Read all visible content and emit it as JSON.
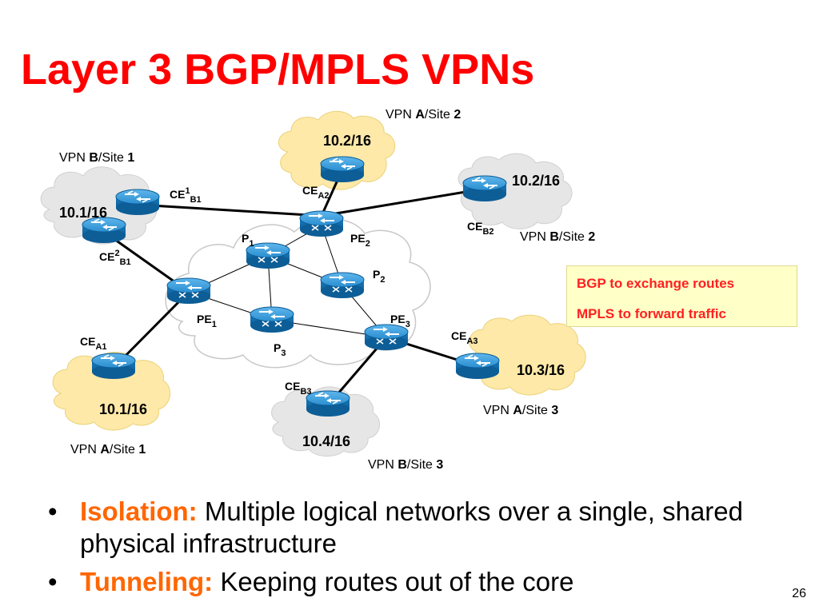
{
  "title": "Layer 3 BGP/MPLS VPNs",
  "sites": {
    "a2": {
      "vpn": "A",
      "site": "2",
      "prefix": "10.2/16"
    },
    "b2": {
      "vpn": "B",
      "site": "2",
      "prefix": "10.2/16"
    },
    "b1": {
      "vpn": "B",
      "site": "1",
      "prefix": "10.1/16"
    },
    "a1": {
      "vpn": "A",
      "site": "1",
      "prefix": "10.1/16"
    },
    "a3": {
      "vpn": "A",
      "site": "3",
      "prefix": "10.3/16"
    },
    "b3": {
      "vpn": "B",
      "site": "3",
      "prefix": "10.4/16"
    }
  },
  "vpn_prefix": "VPN ",
  "site_prefix": "/Site ",
  "routers": {
    "ce_a2": {
      "base": "CE",
      "sub": "A2"
    },
    "ce_b2": {
      "base": "CE",
      "sub": "B2"
    },
    "ce1_b1": {
      "base": "CE",
      "sup": "1",
      "sub": "B1"
    },
    "ce2_b1": {
      "base": "CE",
      "sup": "2",
      "sub": "B1"
    },
    "ce_a1": {
      "base": "CE",
      "sub": "A1"
    },
    "ce_a3": {
      "base": "CE",
      "sub": "A3"
    },
    "ce_b3": {
      "base": "CE",
      "sub": "B3"
    },
    "pe1": {
      "base": "PE",
      "sub": "1"
    },
    "pe2": {
      "base": "PE",
      "sub": "2"
    },
    "pe3": {
      "base": "PE",
      "sub": "3"
    },
    "p1": {
      "base": "P",
      "sub": "1"
    },
    "p2": {
      "base": "P",
      "sub": "2"
    },
    "p3": {
      "base": "P",
      "sub": "3"
    }
  },
  "legend": {
    "line1": "BGP to exchange routes",
    "line2": "MPLS to forward traffic"
  },
  "bullets": [
    {
      "term": "Isolation:",
      "text": " Multiple logical networks over a single, shared physical infrastructure"
    },
    {
      "term": "Tunneling:",
      "text": " Keeping routes out of the core"
    }
  ],
  "bullet_symbol": "•",
  "page_number": "26",
  "colors": {
    "title": "#ff0000",
    "bullet_term": "#ff6600",
    "legend_text": "#ff2020",
    "legend_bg": "#ffffc8",
    "vpn_a_cloud": "#ffe9a8",
    "vpn_b_cloud": "#e6e6e6",
    "router": "#1a7fc4"
  },
  "icons": [
    "router-icon",
    "mpls-switch-router-icon",
    "cloud-icon"
  ]
}
